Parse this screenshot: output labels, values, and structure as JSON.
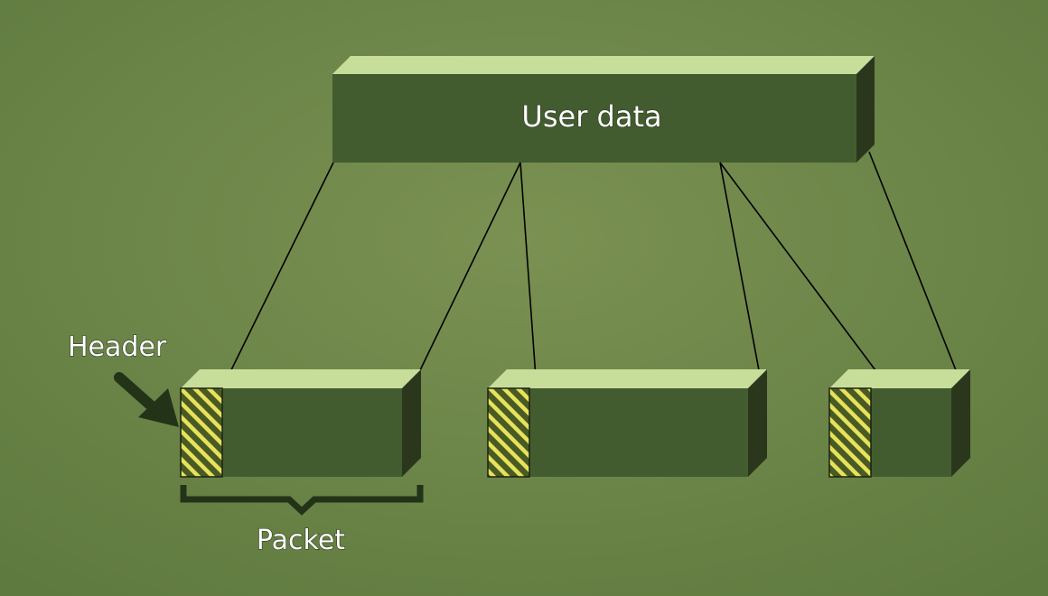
{
  "labels": {
    "user_data": "User data",
    "header": "Header",
    "packet": "Packet"
  },
  "colors": {
    "background": "#6b8449",
    "box_front": "#425c30",
    "box_top": "#c7dd9a",
    "box_side": "#2b371d",
    "header_stripe_yellow": "#e6e25a",
    "header_stripe_dark": "#4a5a24",
    "line": "#000000"
  }
}
